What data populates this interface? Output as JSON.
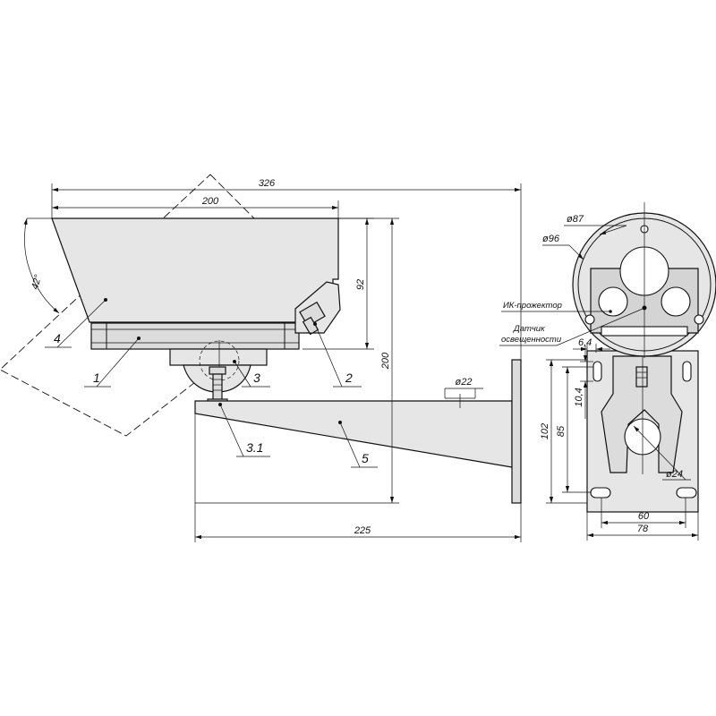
{
  "dimensions": {
    "overall_length": "326",
    "housing_length": "200",
    "housing_height": "92",
    "total_height": "200",
    "tilt_angle": "42°",
    "bracket_length": "225",
    "cable_hole": "ø22",
    "housing_diameter": "ø96",
    "window_diameter": "ø87",
    "bolt_offset": "6,4",
    "bolt_spacing": "10,4",
    "plate_height": "102",
    "hole_spacing_vertical": "85",
    "bracket_hole": "ø24",
    "hole_spacing_horizontal": "60",
    "plate_width": "78"
  },
  "callouts": {
    "c1": "1",
    "c2": "2",
    "c3": "3",
    "c31": "3.1",
    "c4": "4",
    "c5": "5"
  },
  "annotations": {
    "ir_projector": "ИК-прожектор",
    "light_sensor_line1": "Датчик",
    "light_sensor_line2": "освещенности"
  }
}
